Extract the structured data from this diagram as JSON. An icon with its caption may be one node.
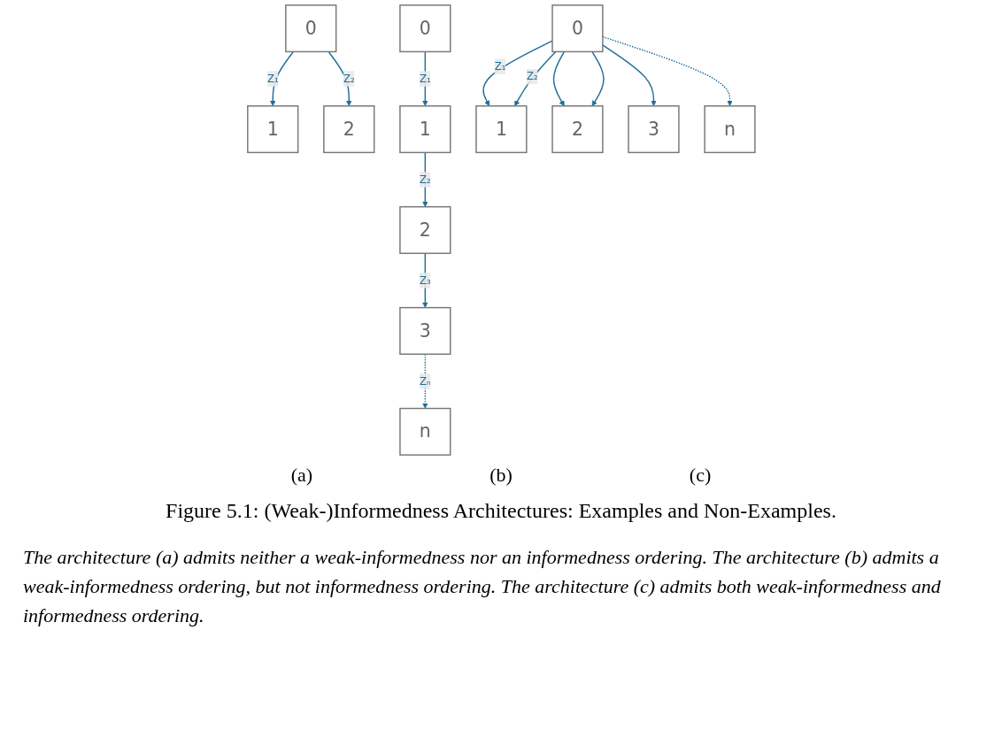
{
  "diagram": {
    "caption": "Figure 5.1: (Weak-)Informedness Architectures: Examples and Non-Examples.",
    "nodes": [
      {
        "text": [
          "0"
        ]
      },
      {
        "text": [
          "1"
        ]
      },
      {
        "text": [
          "2"
        ]
      },
      {
        "text": [
          "0"
        ]
      },
      {
        "text": [
          "1"
        ]
      },
      {
        "text": [
          "2"
        ]
      },
      {
        "text": [
          "3"
        ]
      },
      {
        "text": [
          "n"
        ]
      },
      {
        "text": [
          "0"
        ]
      },
      {
        "text": [
          "1"
        ]
      },
      {
        "text": [
          "2"
        ]
      },
      {
        "text": [
          "3"
        ]
      },
      {
        "text": [
          "n"
        ]
      }
    ],
    "edges": [
      {
        "from": 0,
        "to": 1,
        "arrow": "to",
        "label": "Z₁"
      },
      {
        "from": 0,
        "to": 2,
        "arrow": "to",
        "label": "Z₂"
      },
      {
        "from": 3,
        "to": 4,
        "arrow": "to",
        "label": "Z₁"
      },
      {
        "from": 4,
        "to": 5,
        "arrow": "to",
        "label": "Z₂"
      },
      {
        "from": 5,
        "to": 6,
        "arrow": "to",
        "label": "Z₃"
      },
      {
        "from": 6,
        "to": 7,
        "arrow": "to",
        "label": "Zₙ",
        "style": "dashed"
      },
      {
        "from": 8,
        "to": 9,
        "arrow": "to",
        "label": "Z₁"
      },
      {
        "from": 8,
        "to": 9,
        "arrow": "to",
        "label": "Z₂"
      },
      {
        "from": 8,
        "to": 10,
        "arrow": "to"
      },
      {
        "from": 8,
        "to": 10,
        "arrow": "to"
      },
      {
        "from": 8,
        "to": 11,
        "arrow": "to"
      },
      {
        "from": 8,
        "to": 12,
        "arrow": "to",
        "style": "dashed"
      }
    ],
    "labels": [
      "(a)",
      "(b)",
      "(c)",
      "The architecture (a) admits neither a weak-informedness nor an informedness ordering. The architecture (b) admits a weak-informedness ordering, but not informedness ordering. The architecture (c) admits both weak-informedness and informedness ordering."
    ]
  }
}
